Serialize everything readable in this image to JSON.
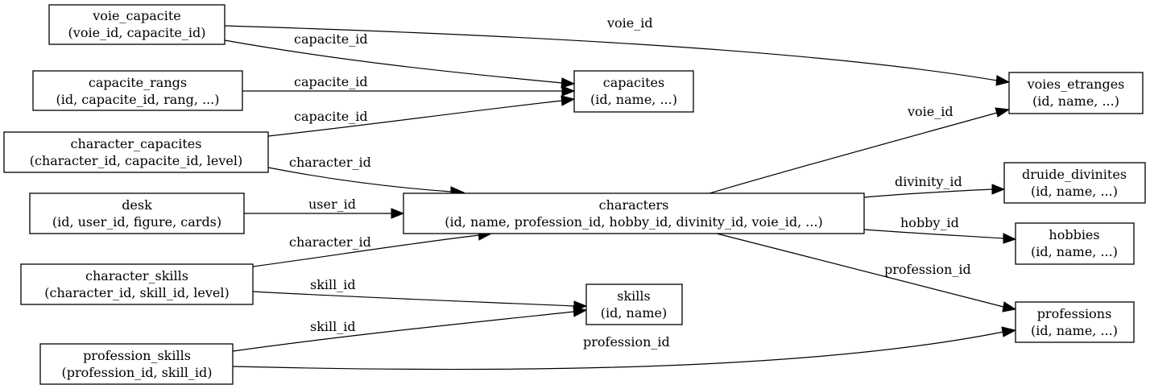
{
  "nodes": {
    "voie_capacite": {
      "name": "voie_capacite",
      "fields": "(voie_id, capacite_id)"
    },
    "capacite_rangs": {
      "name": "capacite_rangs",
      "fields": "(id, capacite_id, rang, ...)"
    },
    "character_capacites": {
      "name": "character_capacites",
      "fields": "(character_id, capacite_id, level)"
    },
    "desk": {
      "name": "desk",
      "fields": "(id, user_id, figure, cards)"
    },
    "character_skills": {
      "name": "character_skills",
      "fields": "(character_id, skill_id, level)"
    },
    "profession_skills": {
      "name": "profession_skills",
      "fields": "(profession_id, skill_id)"
    },
    "capacites": {
      "name": "capacites",
      "fields": "(id, name, ...)"
    },
    "characters": {
      "name": "characters",
      "fields": "(id, name, profession_id, hobby_id, divinity_id, voie_id, ...)"
    },
    "skills": {
      "name": "skills",
      "fields": "(id, name)"
    },
    "voies_etranges": {
      "name": "voies_etranges",
      "fields": "(id, name, ...)"
    },
    "druide_divinites": {
      "name": "druide_divinites",
      "fields": "(id, name, ...)"
    },
    "hobbies": {
      "name": "hobbies",
      "fields": "(id, name, ...)"
    },
    "professions": {
      "name": "professions",
      "fields": "(id, name, ...)"
    }
  },
  "edges": {
    "voie_capacite_voies_etranges": {
      "from": "voie_capacite",
      "to": "voies_etranges",
      "label": "voie_id"
    },
    "voie_capacite_capacites": {
      "from": "voie_capacite",
      "to": "capacites",
      "label": "capacite_id"
    },
    "capacite_rangs_capacites": {
      "from": "capacite_rangs",
      "to": "capacites",
      "label": "capacite_id"
    },
    "character_capacites_capacites": {
      "from": "character_capacites",
      "to": "capacites",
      "label": "capacite_id"
    },
    "character_capacites_characters": {
      "from": "character_capacites",
      "to": "characters",
      "label": "character_id"
    },
    "desk_characters": {
      "from": "desk",
      "to": "characters",
      "label": "user_id"
    },
    "character_skills_characters": {
      "from": "character_skills",
      "to": "characters",
      "label": "character_id"
    },
    "character_skills_skills": {
      "from": "character_skills",
      "to": "skills",
      "label": "skill_id"
    },
    "profession_skills_skills": {
      "from": "profession_skills",
      "to": "skills",
      "label": "skill_id"
    },
    "profession_skills_professions": {
      "from": "profession_skills",
      "to": "professions",
      "label": "profession_id"
    },
    "characters_voies_etranges": {
      "from": "characters",
      "to": "voies_etranges",
      "label": "voie_id"
    },
    "characters_druide_divinites": {
      "from": "characters",
      "to": "druide_divinites",
      "label": "divinity_id"
    },
    "characters_hobbies": {
      "from": "characters",
      "to": "hobbies",
      "label": "hobby_id"
    },
    "characters_professions": {
      "from": "characters",
      "to": "professions",
      "label": "profession_id"
    }
  }
}
